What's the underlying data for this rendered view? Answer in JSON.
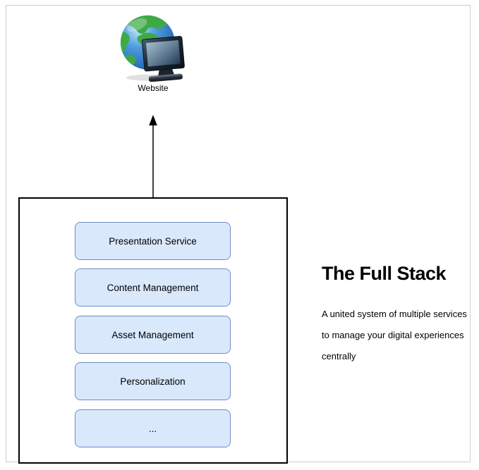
{
  "frame": {
    "background": "#ffffff",
    "border_color": "#cccccc"
  },
  "website": {
    "label": "Website",
    "icon": "globe-with-monitor"
  },
  "arrow": {
    "direction": "up",
    "from": "stack-container",
    "to": "website",
    "color": "#000000"
  },
  "stack": {
    "container_border": "#000000",
    "box_fill": "#dae8fc",
    "box_stroke": "#6c8ebf",
    "services": [
      "Presentation Service",
      "Content Management",
      "Asset Management",
      "Personalization",
      "..."
    ]
  },
  "info": {
    "title": "The Full Stack",
    "lines": [
      "A united system of multiple services",
      "to manage your digital experiences",
      "centrally"
    ]
  }
}
